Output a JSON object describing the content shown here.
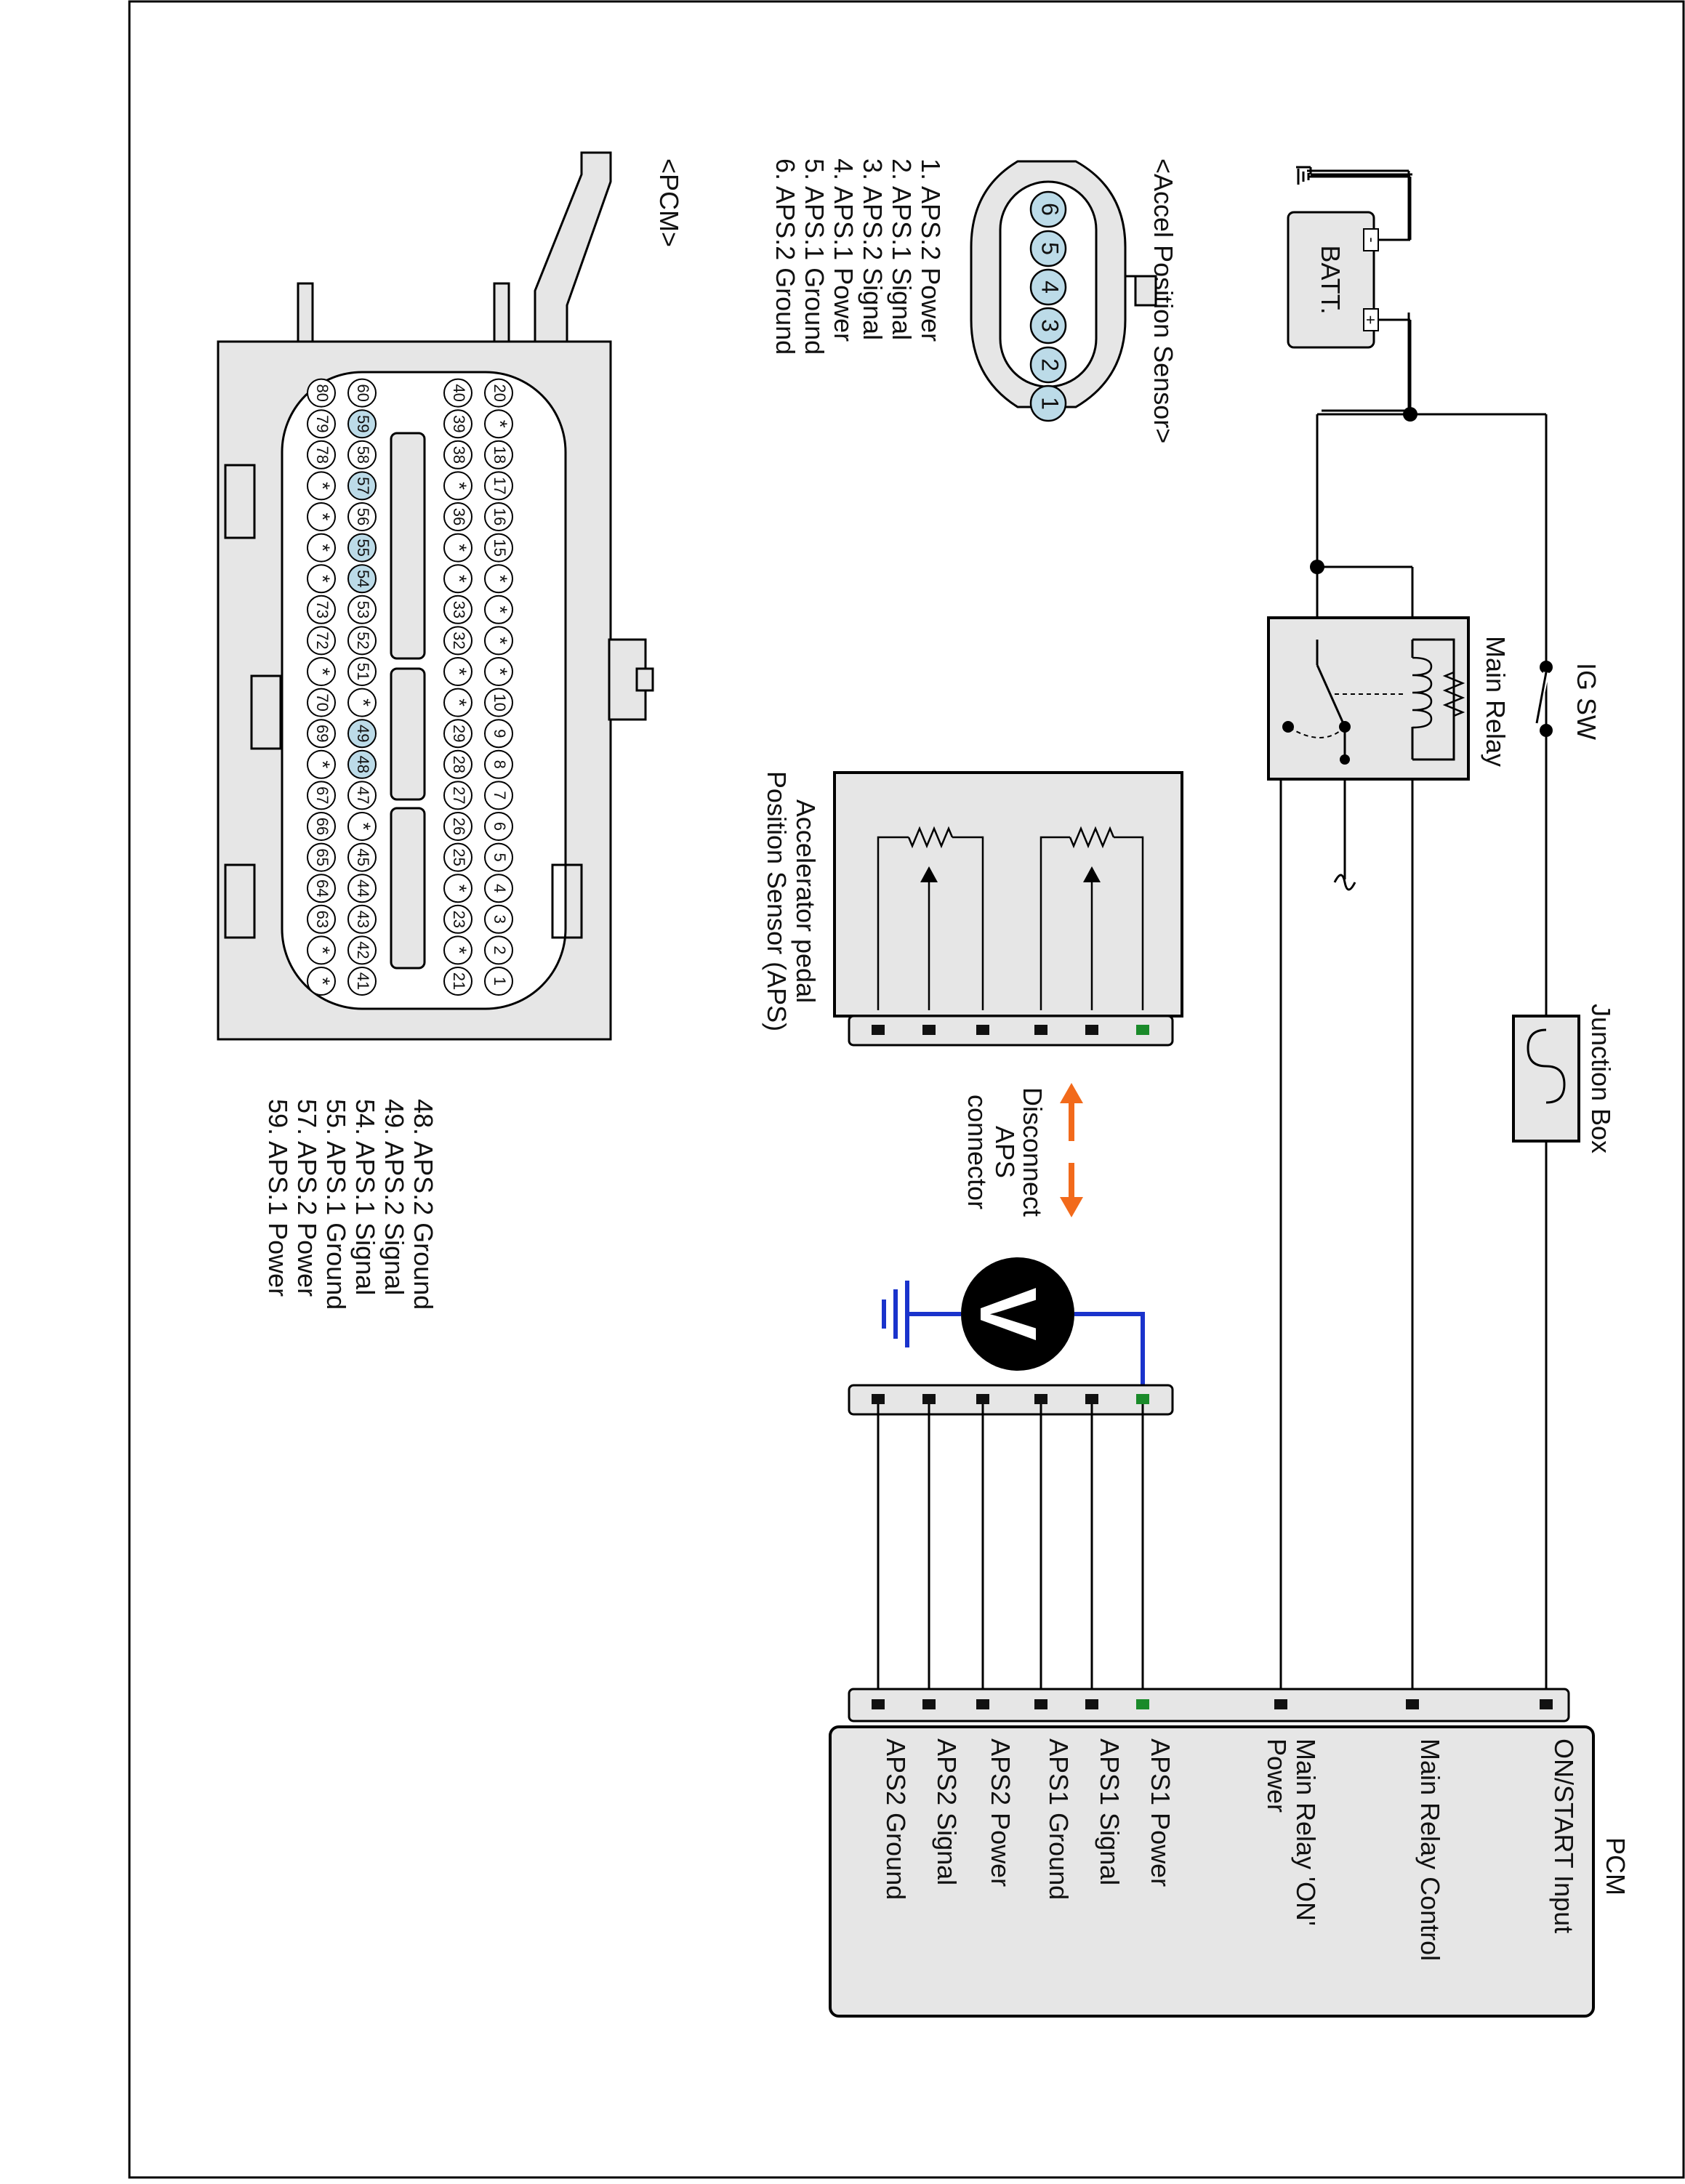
{
  "diagram": {
    "accent_green": "#1a8a2a",
    "wire_blue": "#1a33cc",
    "arrow_orange": "#f26a1b",
    "highlight_blue": "#bcdbe8",
    "battery": {
      "label": "BATT.",
      "minus": "-",
      "plus": "+"
    },
    "ig_switch": {
      "label": "IG SW"
    },
    "main_relay": {
      "label": "Main Relay"
    },
    "junction_box": {
      "label": "Junction Box"
    },
    "aps_sensor": {
      "label_line1": "Accelerator pedal",
      "label_line2": "Position Sensor (APS)"
    },
    "disconnect": {
      "line1": "Disconnect",
      "line2": "APS",
      "line3": "connector"
    },
    "voltmeter": {
      "symbol": "V"
    },
    "pcm": {
      "title": "PCM",
      "pins": [
        {
          "label": "ON/START Input",
          "green": false
        },
        {
          "label": "Main Relay Control",
          "green": false
        },
        {
          "label_line1": "Main Relay 'ON'",
          "label_line2": "Power",
          "green": false
        },
        {
          "label": "APS1 Power",
          "green": true
        },
        {
          "label": "APS1 Signal",
          "green": false
        },
        {
          "label": "APS1 Ground",
          "green": false
        },
        {
          "label": "APS2 Power",
          "green": false
        },
        {
          "label": "APS2 Signal",
          "green": false
        },
        {
          "label": "APS2 Ground",
          "green": false
        }
      ]
    },
    "aps_connector": {
      "title": "<Accel Position Sensor>",
      "pins": [
        "1",
        "2",
        "3",
        "4",
        "5",
        "6"
      ],
      "legend": [
        {
          "text": "1. APS.2 Power",
          "green": false
        },
        {
          "text": "2. APS.1 Signal",
          "green": false
        },
        {
          "text": "3. APS.2 Signal",
          "green": false
        },
        {
          "text": "4. APS.1 Power",
          "green": true
        },
        {
          "text": "5. APS.1 Ground",
          "green": false
        },
        {
          "text": "6. APS.2 Ground",
          "green": false
        }
      ]
    },
    "pcm_connector": {
      "title": "<PCM>",
      "row1": [
        "1",
        "2",
        "3",
        "4",
        "5",
        "6",
        "7",
        "8",
        "9",
        "10",
        "*",
        "*",
        "*",
        "*",
        "15",
        "16",
        "17",
        "18",
        "*",
        "20"
      ],
      "row2": [
        "21",
        "*",
        "23",
        "*",
        "25",
        "26",
        "27",
        "28",
        "29",
        "*",
        "*",
        "32",
        "33",
        "*",
        "*",
        "36",
        "*",
        "38",
        "39",
        "40"
      ],
      "row3": [
        "41",
        "42",
        "43",
        "44",
        "45",
        "*",
        "47",
        "48",
        "49",
        "*",
        "51",
        "52",
        "53",
        "54",
        "55",
        "56",
        "57",
        "58",
        "59",
        "60"
      ],
      "row4": [
        "*",
        "*",
        "63",
        "64",
        "65",
        "66",
        "67",
        "*",
        "69",
        "70",
        "*",
        "72",
        "73",
        "*",
        "*",
        "*",
        "*",
        "78",
        "79",
        "80"
      ],
      "highlighted": [
        "48",
        "49",
        "54",
        "55",
        "57",
        "59"
      ],
      "legend": [
        {
          "text": "48. APS.2 Ground",
          "green": false
        },
        {
          "text": "49. APS.2 Signal",
          "green": false
        },
        {
          "text": "54. APS.1 Signal",
          "green": false
        },
        {
          "text": "55. APS.1 Ground",
          "green": false
        },
        {
          "text": "57. APS.2 Power",
          "green": false
        },
        {
          "text": "59. APS.1 Power",
          "green": true
        }
      ]
    }
  }
}
